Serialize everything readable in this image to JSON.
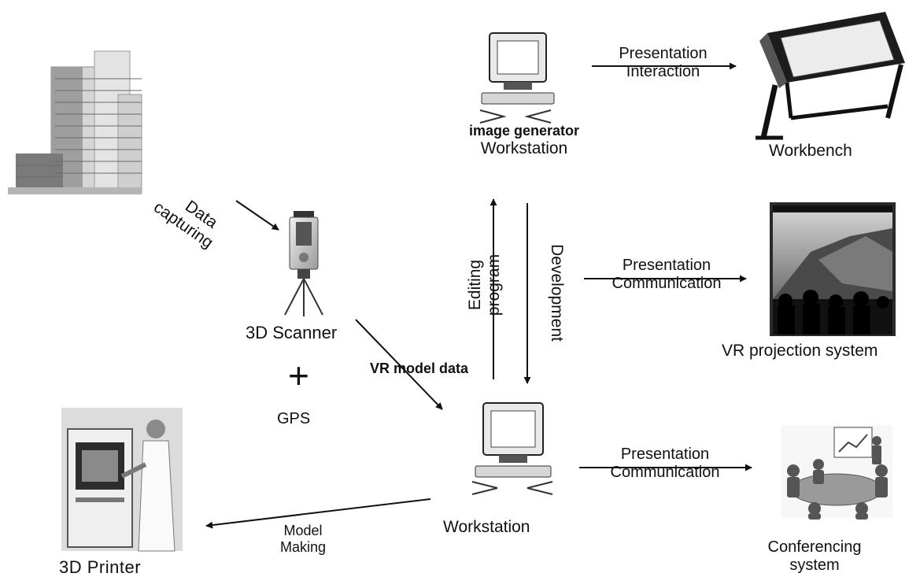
{
  "nodes": {
    "building": {
      "icon": "office-building-icon"
    },
    "scanner": {
      "label": "3D Scanner",
      "icon": "3d-scanner-icon"
    },
    "gps": {
      "label": "GPS",
      "plus": "+"
    },
    "image_generator": {
      "line1": "image generator",
      "line2": "Workstation",
      "icon": "workstation-computer-icon"
    },
    "workbench": {
      "label": "Workbench",
      "icon": "workbench-display-icon"
    },
    "vr_projection": {
      "label": "VR projection system",
      "icon": "vr-projection-photo-icon"
    },
    "workstation": {
      "label": "Workstation",
      "icon": "workstation-computer-icon"
    },
    "conferencing": {
      "line1": "Conferencing",
      "line2": "system",
      "icon": "conference-room-icon"
    },
    "printer": {
      "label": "3D Printer",
      "icon": "3d-printer-photo-icon"
    }
  },
  "edges": {
    "data_capturing": {
      "line1": "Data",
      "line2": "capturing"
    },
    "vr_model_data": {
      "label": "VR model data"
    },
    "editing_program": {
      "line1": "Editing",
      "line2": "program"
    },
    "development": {
      "label": "Development"
    },
    "workbench_link": {
      "line1": "Presentation",
      "line2": "Interaction"
    },
    "vr_link": {
      "line1": "Presentation",
      "line2": "Communication"
    },
    "conf_link": {
      "line1": "Presentation",
      "line2": "Communication"
    },
    "model_making": {
      "line1": "Model",
      "line2": "Making"
    }
  }
}
